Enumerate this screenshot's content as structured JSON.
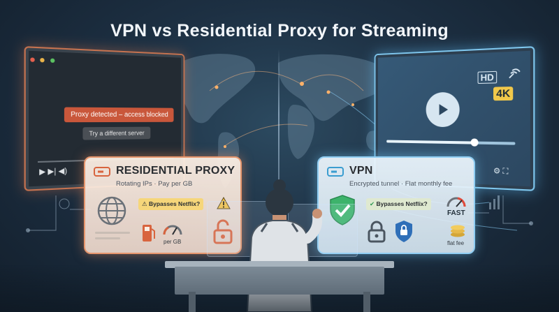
{
  "title": "VPN vs Residential Proxy for Streaming",
  "left_monitor": {
    "alert": "Proxy detected – access blocked",
    "button": "Try a different server",
    "controls": "▶ ▶| ◀)"
  },
  "right_monitor": {
    "badge_hd": "HD",
    "badge_4k": "4K",
    "progress": 0.7,
    "controls": "⚙ ⛶"
  },
  "residential": {
    "title": "RESIDENTIAL PROXY",
    "subtitle": "Rotating IPs · Pay per GB",
    "question": "Bypasses Netflix?",
    "cost_label": "per GB",
    "accent": "#d8643e"
  },
  "vpn": {
    "title": "VPN",
    "subtitle": "Encrypted tunnel · Flat monthly fee",
    "question": "Bypasses Netflix?",
    "speed_label": "FAST",
    "cost_label": "flat fee",
    "accent": "#3a9dd0"
  },
  "icons": {
    "globe": "globe-icon",
    "warning": "warning-icon",
    "fuel": "fuel-pump-icon",
    "gauge": "speed-gauge-icon",
    "unlock": "unlocked-padlock-icon",
    "shield": "shield-check-icon",
    "lock": "padlock-icon",
    "coins": "coin-stack-icon"
  }
}
